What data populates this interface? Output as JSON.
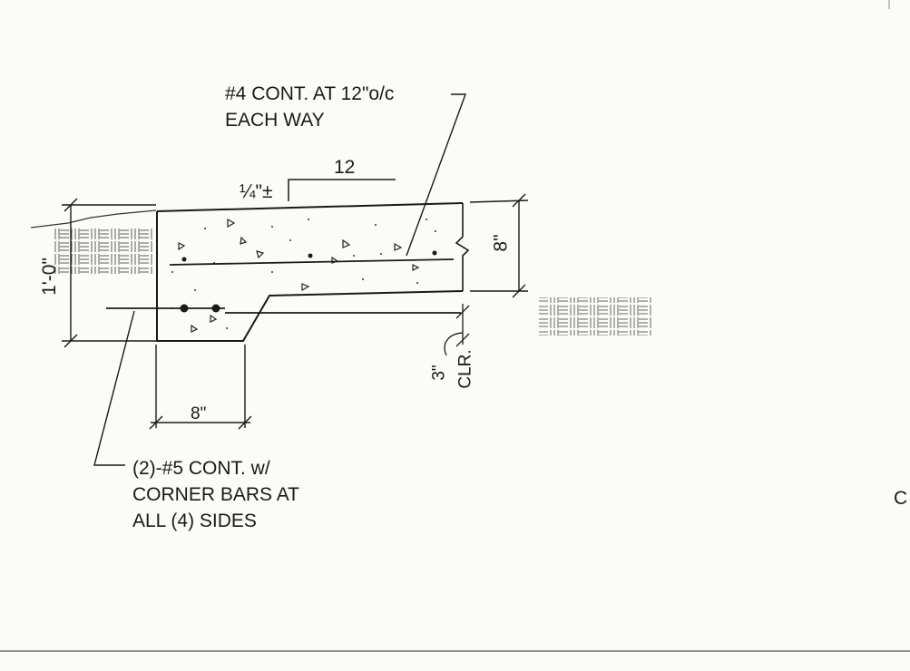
{
  "callouts": {
    "top_rebar_line1": "#4 CONT.  AT 12\"o/c",
    "top_rebar_line2": "EACH WAY",
    "bottom_rebar_line1": "(2)-#5 CONT. w/",
    "bottom_rebar_line2": "CORNER BARS AT",
    "bottom_rebar_line3": "ALL (4) SIDES"
  },
  "dimensions": {
    "slope_top": "12",
    "slope_fraction": "¼\"±",
    "overall_depth": "1'-0\"",
    "slab_thickness": "8\"",
    "footing_width": "8\"",
    "clear_value": "3\"",
    "clear_label": "CLR."
  },
  "cropped_text": "C",
  "colors": {
    "ink": "#1a1a1a",
    "paper": "#fbfbf8"
  }
}
